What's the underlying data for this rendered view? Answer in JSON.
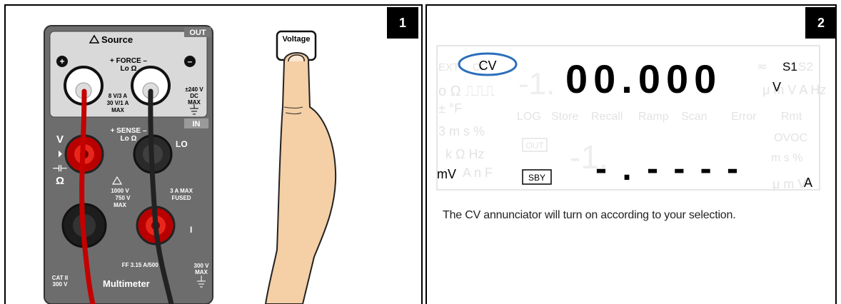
{
  "panel1": {
    "step": "1",
    "device": {
      "source_label": "Source",
      "out_tag": "OUT",
      "in_tag": "IN",
      "force_label": "+ FORCE –",
      "force_sub": "Lo Ω",
      "rating_left_1": "8 V/3 A",
      "rating_left_2": "30 V/1 A",
      "rating_left_3": "MAX",
      "rating_right_1": "±240 V",
      "rating_right_2": "DC",
      "rating_right_3": "MAX",
      "sense_label": "+ SENSE –",
      "sense_sub": "Lo Ω",
      "v_label": "V",
      "omega_label": "Ω",
      "lo_label": "LO",
      "input_rating_1": "1000 V",
      "input_rating_2": "750 V",
      "input_rating_3": "MAX",
      "fuse_1": "3 A MAX",
      "fuse_2": "FUSED",
      "i_label": "I",
      "ff_label": "FF 3.15 A/500 V",
      "cat_1": "CAT II",
      "cat_2": "300 V",
      "bottom_right_1": "300 V",
      "bottom_right_2": "MAX",
      "brand": "Multimeter"
    },
    "key_label": "Voltage"
  },
  "panel2": {
    "step": "2",
    "display": {
      "cv": "CV",
      "ext": "EXT",
      "cc": "CC",
      "main_digits": "00.000",
      "s1": "S1",
      "s2": "S2",
      "unit_v": "V",
      "ghost_units_top": "μ m V A Hz",
      "ghost_row1": "o  Ω  ⎍⎍⎍",
      "ghost_row2": "±  °F",
      "ghost_row3": "3  m s %",
      "ghost_row4": "k Ω Hz",
      "ghost_row5": "A  n F",
      "status_items": [
        "LOG",
        "Store",
        "Recall",
        "Ramp",
        "Scan",
        "Error",
        "Rmt"
      ],
      "ovoc": "OVOC",
      "ms_pct": "m s %",
      "out_box": "OUT",
      "mv": "mV",
      "sby": "SBY",
      "sub_digits": "- . - - - -",
      "unit_a": "A",
      "ghost_bottom_units": "μ m V"
    },
    "caption": "The CV annunciator will turn on according to your selection."
  }
}
